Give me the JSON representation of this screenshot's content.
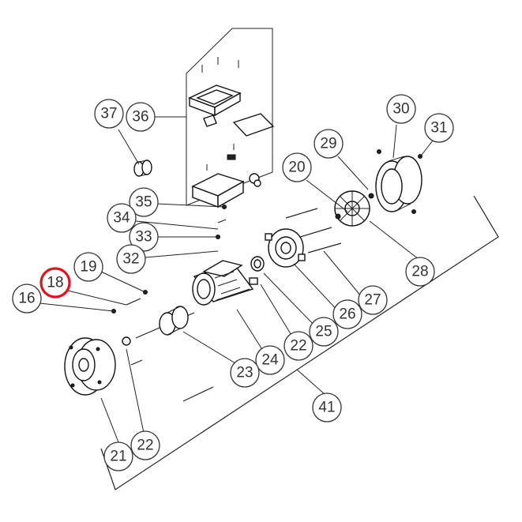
{
  "highlight_color": "#e0141e",
  "highlighted_part": "18",
  "callouts": {
    "c37": "37",
    "c36": "36",
    "c30": "30",
    "c31": "31",
    "c29": "29",
    "c20": "20",
    "c35": "35",
    "c34": "34",
    "c33": "33",
    "c32": "32",
    "c19": "19",
    "c18": "18",
    "c16": "16",
    "c28": "28",
    "c27": "27",
    "c26": "26",
    "c25": "25",
    "c22a": "22",
    "c24": "24",
    "c23": "23",
    "c41": "41",
    "c21": "21",
    "c22b": "22"
  }
}
